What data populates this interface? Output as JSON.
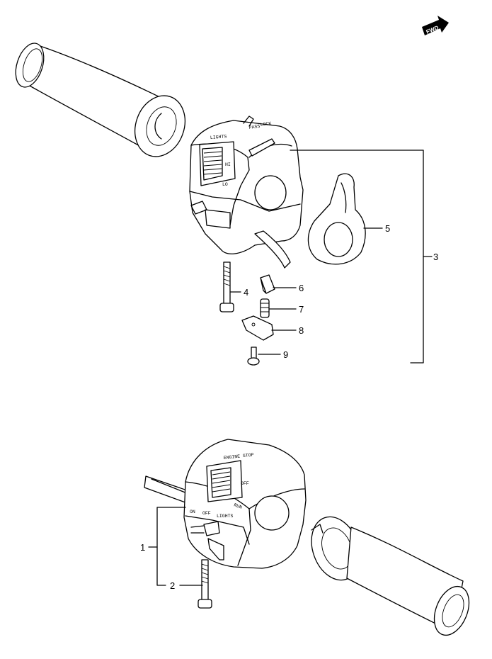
{
  "badge": {
    "text": "FWD"
  },
  "callouts": {
    "c1": "1",
    "c2": "2",
    "c3": "3",
    "c4": "4",
    "c5": "5",
    "c6": "6",
    "c7": "7",
    "c8": "8",
    "c9": "9"
  },
  "left_switch_markings": {
    "lights": "LIGHTS",
    "hi": "HI",
    "lo": "LO",
    "pass": "PASS",
    "lock": "LOCK"
  },
  "right_switch_markings": {
    "run": "RUN",
    "off": "OFF",
    "on": "ON",
    "off2": "OFF",
    "lights": "LIGHTS",
    "engine_stop": "ENGINE STOP"
  }
}
